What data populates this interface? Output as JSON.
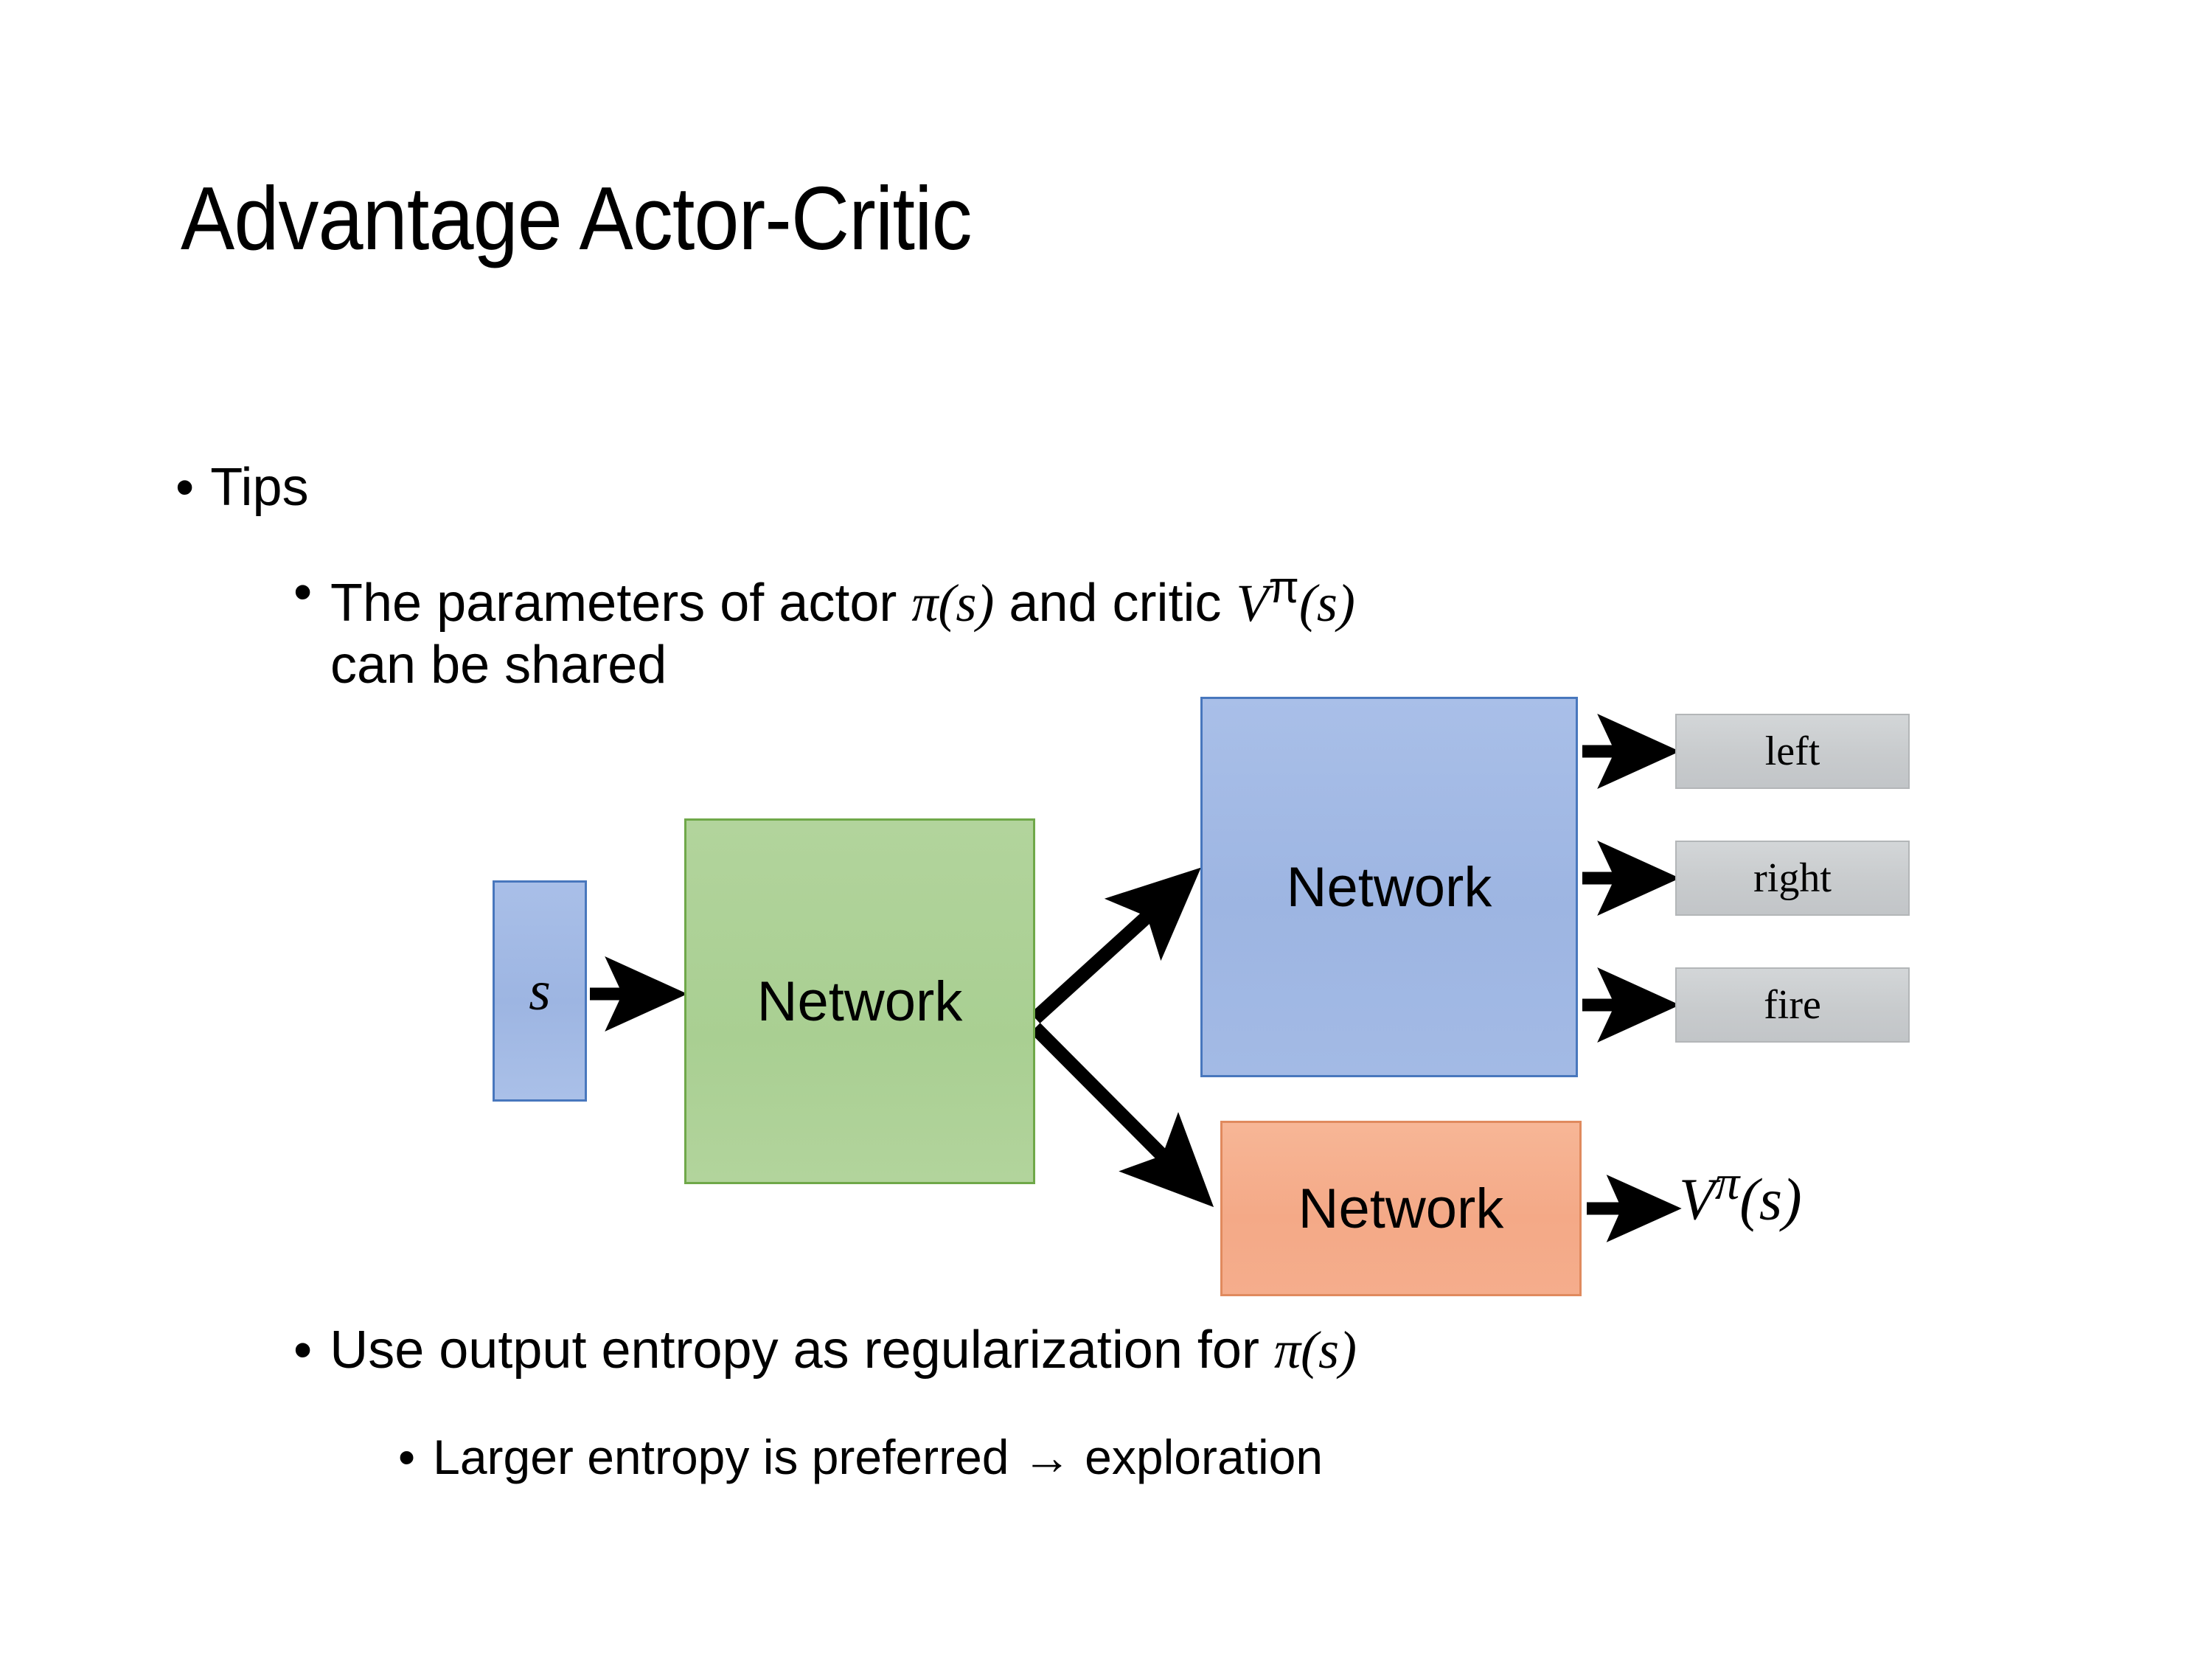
{
  "slide": {
    "title": "Advantage Actor-Critic",
    "background_color": "#ffffff",
    "text_color": "#000000"
  },
  "bullets": {
    "tips": {
      "marker": "•",
      "text": "Tips",
      "level": 1
    },
    "shared": {
      "marker": "•",
      "level": 2,
      "line1_prefix": "The parameters of actor ",
      "math_actor": "π",
      "math_actor_arg": "(s)",
      "line1_middle": "  and critic ",
      "math_critic": "V",
      "math_critic_sup": "π",
      "math_critic_arg": "(s)",
      "line2": "can be shared"
    },
    "entropy": {
      "marker": "•",
      "level": 2,
      "text_prefix": "Use output entropy as regularization for ",
      "math_actor": "π",
      "math_actor_arg": "(s)"
    },
    "exploration": {
      "marker": "•",
      "level": 3,
      "text": "Larger entropy is preferred → exploration"
    }
  },
  "diagram": {
    "state_box": {
      "label": "s",
      "fill": "#a3bae5",
      "border": "#4877bd"
    },
    "shared_network": {
      "label": "Network",
      "fill": "#aed296",
      "border": "#6fa849"
    },
    "actor_network": {
      "label": "Network",
      "fill": "#a3bae5",
      "border": "#4877bd"
    },
    "critic_network": {
      "label": "Network",
      "fill": "#f4a987",
      "border": "#e08a5e"
    },
    "actions": [
      {
        "label": "left",
        "fill": "#c8cbcd",
        "border": "#b3b6b8"
      },
      {
        "label": "right",
        "fill": "#c8cbcd",
        "border": "#b3b6b8"
      },
      {
        "label": "fire",
        "fill": "#c8cbcd",
        "border": "#b3b6b8"
      }
    ],
    "value_output": {
      "symbol": "V",
      "superscript": "π",
      "argument": "(s)"
    },
    "arrow_color": "#000000"
  }
}
